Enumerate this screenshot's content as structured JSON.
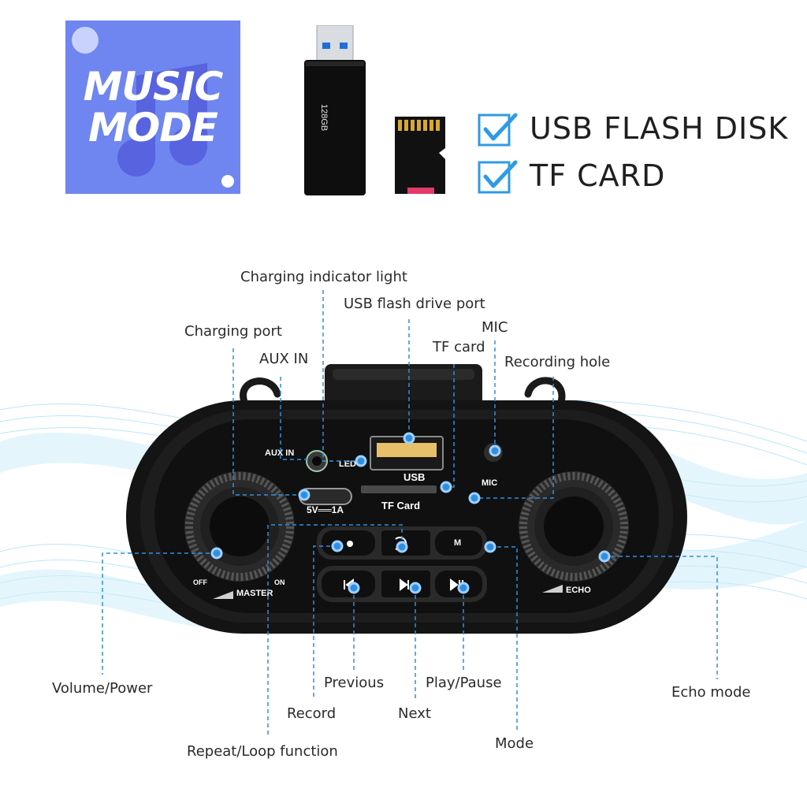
{
  "badge": {
    "title_line1": "MUSIC",
    "title_line2": "MODE"
  },
  "usb_stick": {
    "capacity": "128GB"
  },
  "supported": [
    {
      "label": "USB FLASH DISK",
      "icon": "checkbox-checked-icon"
    },
    {
      "label": "TF CARD",
      "icon": "checkbox-checked-icon"
    }
  ],
  "callouts": {
    "charging_indicator_light": "Charging indicator light",
    "usb_flash_drive_port": "USB flash drive port",
    "charging_port": "Charging port",
    "mic": "MIC",
    "tf_card": "TF card",
    "aux_in": "AUX IN",
    "recording_hole": "Recording hole",
    "volume_power": "Volume/Power",
    "previous": "Previous",
    "play_pause": "Play/Pause",
    "echo_mode": "Echo mode",
    "record": "Record",
    "next": "Next",
    "repeat_loop": "Repeat/Loop function",
    "mode": "Mode"
  },
  "panel": {
    "aux_in": "AUX IN",
    "led": "LED",
    "usb": "USB",
    "mic": "MIC",
    "power_rating": "5V══1A",
    "tf_card": "TF Card",
    "off": "OFF",
    "on": "ON",
    "master": "MASTER",
    "echo": "ECHO",
    "mode_key": "M"
  },
  "colors": {
    "badge": "#6f86f0",
    "accent_blue": "#2f8fe0",
    "checkbox": "#2f9be6",
    "device_body": "#151515"
  }
}
